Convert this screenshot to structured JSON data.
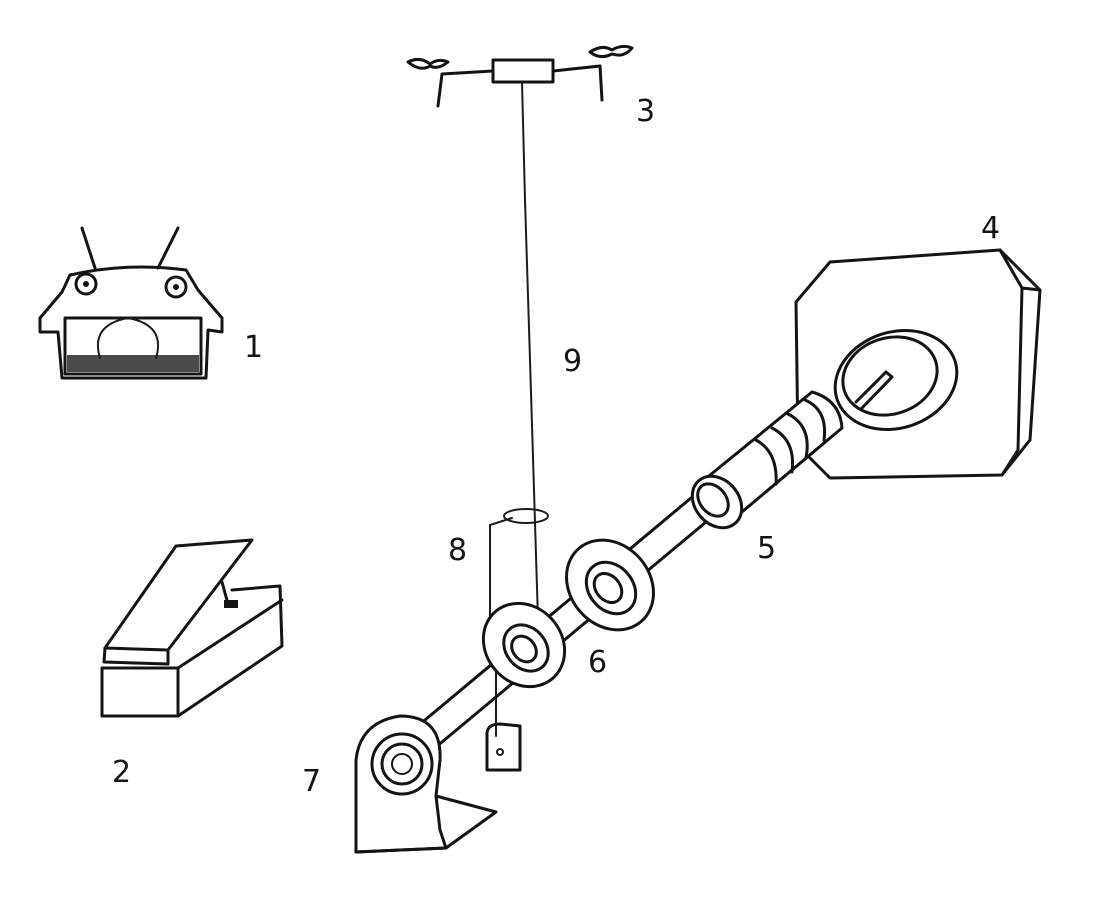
{
  "labels": {
    "l1": "1",
    "l2": "2",
    "l3": "3",
    "l4": "4",
    "l5": "5",
    "l6": "6",
    "l7": "7",
    "l8": "8",
    "l9": "9"
  },
  "colors": {
    "ink": "#141414",
    "background": "#ffffff"
  }
}
